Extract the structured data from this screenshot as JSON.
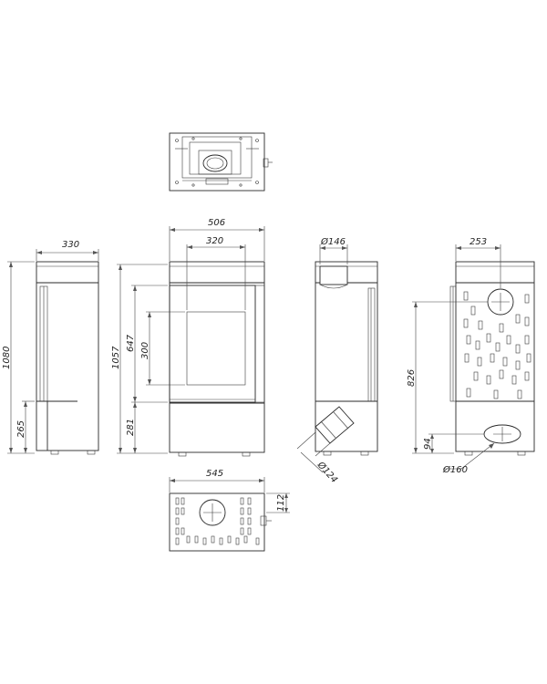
{
  "dimensions": {
    "side_depth": "330",
    "side_height": "1080",
    "side_inlet_height": "265",
    "front_width": "506",
    "front_door_width": "320",
    "front_height": "1057",
    "front_door_height": "647",
    "front_glass_height": "300",
    "front_base_height": "281",
    "flue_diameter": "Ø146",
    "inlet_diameter": "Ø124",
    "rear_offset": "253",
    "rear_outlet_height": "826",
    "rear_inlet_height": "94",
    "rear_inlet_diameter": "Ø160",
    "bottom_width": "545",
    "bottom_offset": "112"
  }
}
